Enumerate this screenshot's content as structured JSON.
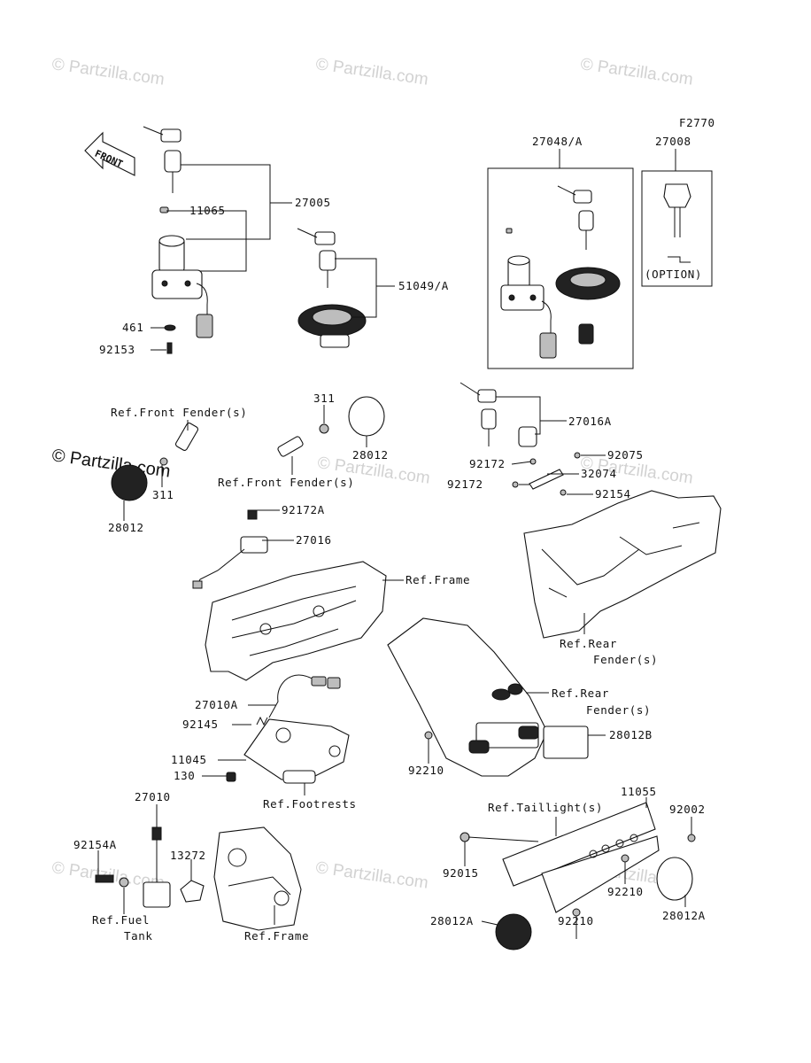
{
  "diagram_code": "F2770",
  "watermark": "© Partzilla.com",
  "front_arrow": "FRONT",
  "labels": {
    "p27005": "27005",
    "p11065": "11065",
    "p461": "461",
    "p92153": "92153",
    "p51049": "51049/A",
    "p27048": "27048/A",
    "p27008": "27008",
    "option": "(OPTION)",
    "ref_front_fender_1": "Ref.Front Fender(s)",
    "p311_a": "311",
    "p28012_a": "28012",
    "p311_b": "311",
    "p28012_b": "28012",
    "ref_front_fender_2": "Ref.Front Fender(s)",
    "p27016a": "27016A",
    "p92172_a": "92172",
    "p92075": "92075",
    "p92172_b": "92172",
    "p32074": "32074",
    "p92154": "92154",
    "p92172a": "92172A",
    "p27016": "27016",
    "ref_frame_1": "Ref.Frame",
    "ref_rear_fender_1a": "Ref.Rear",
    "ref_rear_fender_1b": "Fender(s)",
    "p27010a": "27010A",
    "p92145": "92145",
    "p11045": "11045",
    "p130": "130",
    "ref_footrests": "Ref.Footrests",
    "ref_rear_fender_2a": "Ref.Rear",
    "ref_rear_fender_2b": "Fender(s)",
    "p28012b": "28012B",
    "p92210_a": "92210",
    "p27010": "27010",
    "p92154a": "92154A",
    "p13272": "13272",
    "ref_fuel_a": "Ref.Fuel",
    "ref_fuel_b": "Tank",
    "ref_frame_2": "Ref.Frame",
    "ref_taillight": "Ref.Taillight(s)",
    "p11055": "11055",
    "p92002": "92002",
    "p92015": "92015",
    "p92210_b": "92210",
    "p28012a_1": "28012A",
    "p92210_c": "92210",
    "p28012a_2": "28012A"
  }
}
